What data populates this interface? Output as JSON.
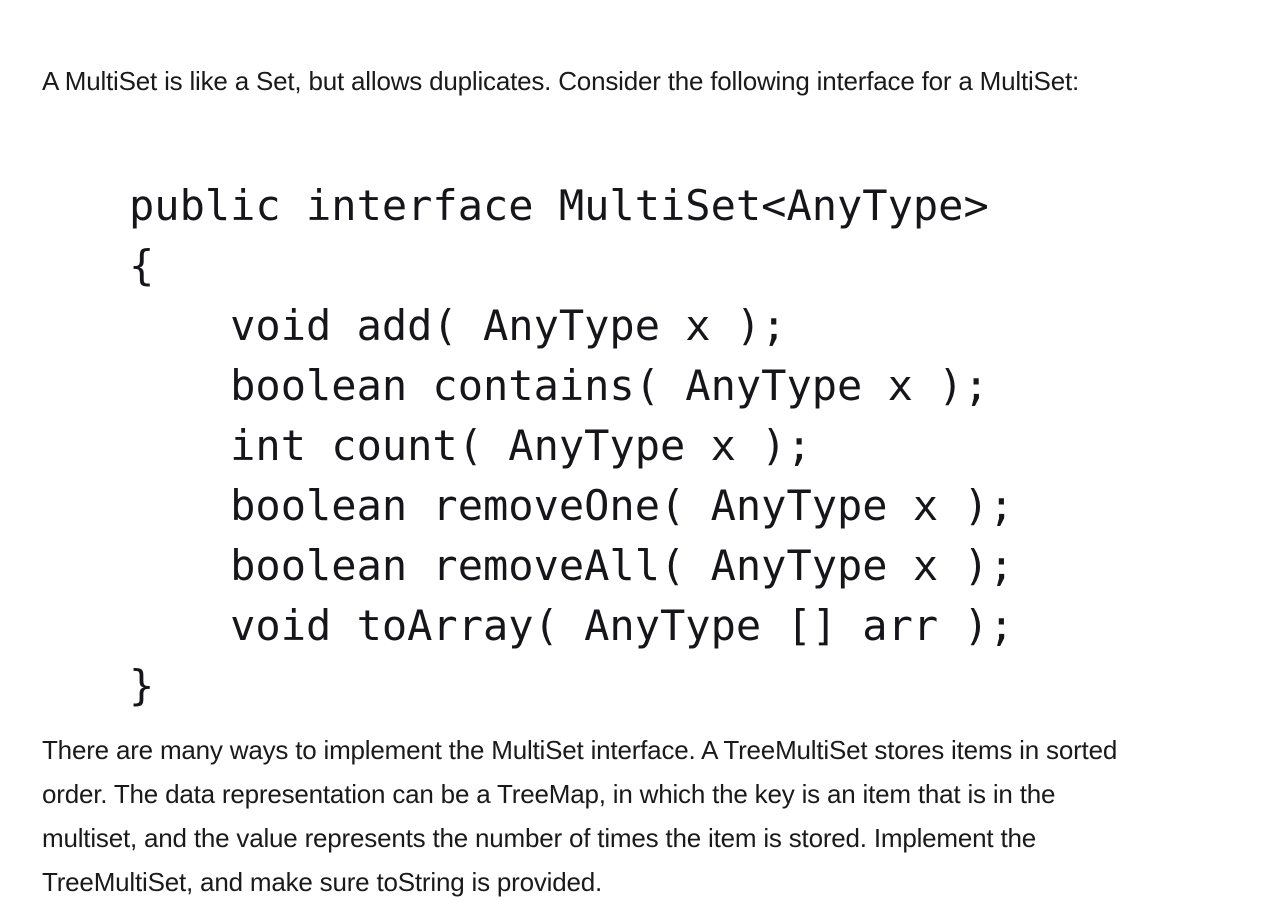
{
  "document": {
    "intro_paragraph": "A MultiSet is like a Set, but allows duplicates. Consider the following interface for a MultiSet:",
    "code_block": {
      "language": "java",
      "lines": [
        "public interface MultiSet<AnyType>",
        "{",
        "    void add( AnyType x );",
        "    boolean contains( AnyType x );",
        "    int count( AnyType x );",
        "    boolean removeOne( AnyType x );",
        "    boolean removeAll( AnyType x );",
        "    void toArray( AnyType [] arr );",
        "}"
      ]
    },
    "outro_paragraph": {
      "lines": [
        "There are many ways to implement the MultiSet interface. A TreeMultiSet stores items in sorted",
        "order. The data representation can be a TreeMap, in which the key is an item that is in the",
        "multiset, and the value represents the number of times the item is stored. Implement the",
        "TreeMultiSet, and make sure toString is provided."
      ]
    }
  },
  "colors": {
    "background": "#ffffff",
    "body_text": "#1a1a1a",
    "code_text": "#16161a"
  }
}
